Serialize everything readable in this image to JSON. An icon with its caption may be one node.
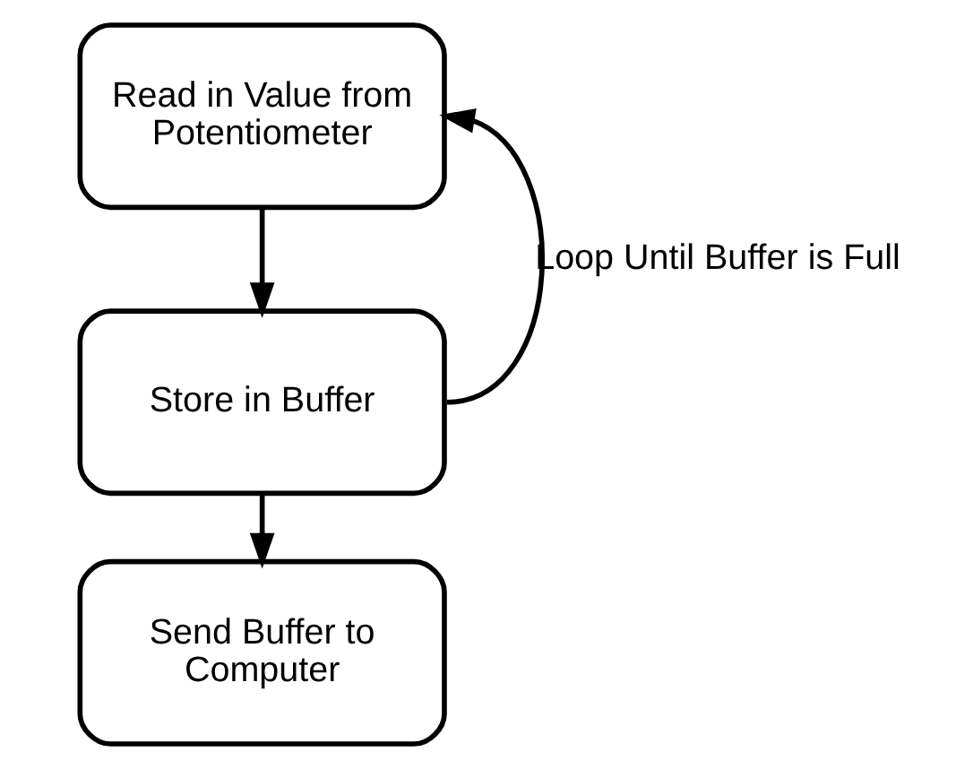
{
  "diagram": {
    "nodes": [
      {
        "text": [
          "Read in Value from Potentiometer"
        ]
      },
      {
        "text": [
          "Store in Buffer"
        ]
      },
      {
        "text": [
          "Send Buffer to Computer"
        ]
      }
    ],
    "edges": [
      {
        "from": 0,
        "to": 1,
        "arrow": "to"
      },
      {
        "from": 1,
        "to": 2,
        "arrow": "to"
      },
      {
        "from": 1,
        "to": 0,
        "arrow": "to",
        "label": "Loop Until Buffer is Full"
      }
    ]
  }
}
